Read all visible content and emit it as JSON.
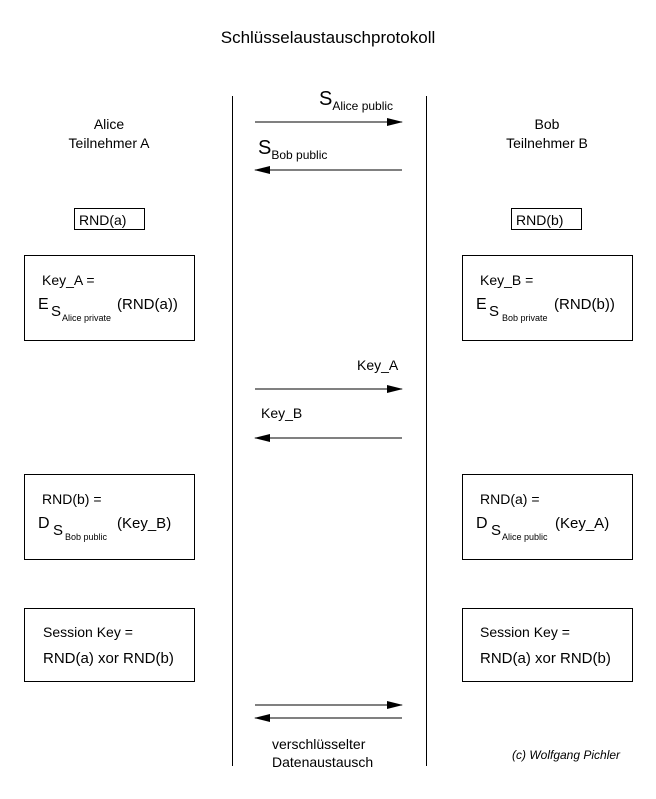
{
  "title": "Schlüsselaustauschprotokoll",
  "alice": {
    "name": "Alice",
    "role": "Teilnehmer A",
    "rnd": "RND(a)"
  },
  "bob": {
    "name": "Bob",
    "role": "Teilnehmer B",
    "rnd": "RND(b)"
  },
  "messages": {
    "alice_public": {
      "symbol": "S",
      "subscript": "Alice public",
      "direction": "right"
    },
    "bob_public": {
      "symbol": "S",
      "subscript": "Bob public",
      "direction": "left"
    },
    "key_a": {
      "label": "Key_A",
      "direction": "right"
    },
    "key_b": {
      "label": "Key_B",
      "direction": "left"
    },
    "encrypted_exchange": {
      "line1": "verschlüsselter",
      "line2": "Datenaustausch",
      "direction": "both"
    }
  },
  "boxes": {
    "alice_encrypt": {
      "line1": "Key_A =",
      "op": "E",
      "key_symbol": "S",
      "key_sub": "Alice private",
      "arg": "(RND(a))"
    },
    "bob_encrypt": {
      "line1": "Key_B =",
      "op": "E",
      "key_symbol": "S",
      "key_sub": "Bob private",
      "arg": "(RND(b))"
    },
    "alice_decrypt": {
      "line1": "RND(b) =",
      "op": "D",
      "key_symbol": "S",
      "key_sub": "Bob public",
      "arg": "(Key_B)"
    },
    "bob_decrypt": {
      "line1": "RND(a) =",
      "op": "D",
      "key_symbol": "S",
      "key_sub": "Alice public",
      "arg": "(Key_A)"
    },
    "alice_session": {
      "line1": "Session Key =",
      "line2": "RND(a) xor RND(b)"
    },
    "bob_session": {
      "line1": "Session Key =",
      "line2": "RND(a) xor RND(b)"
    }
  },
  "credit": "(c) Wolfgang Pichler"
}
